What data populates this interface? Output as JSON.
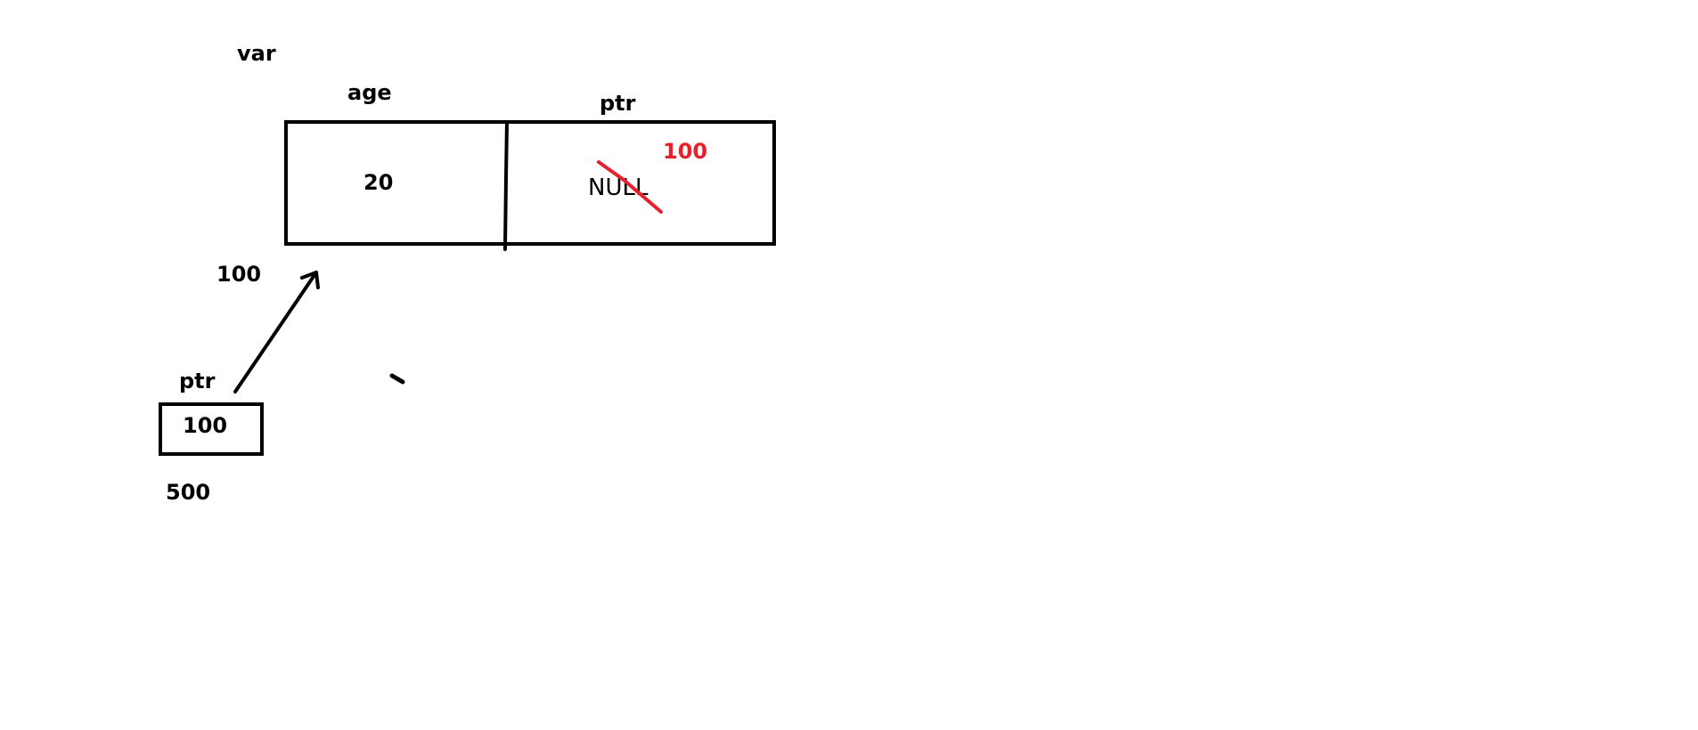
{
  "labels": {
    "var": "var",
    "age": "age",
    "ptr_field": "ptr",
    "age_value": "20",
    "ptr_old_value": "NULL",
    "ptr_new_value": "100",
    "struct_address": "100",
    "pointer_name": "ptr",
    "pointer_value": "100",
    "pointer_address": "500"
  },
  "colors": {
    "ink": "#000000",
    "correction": "#e8202a",
    "background": "#ffffff"
  }
}
